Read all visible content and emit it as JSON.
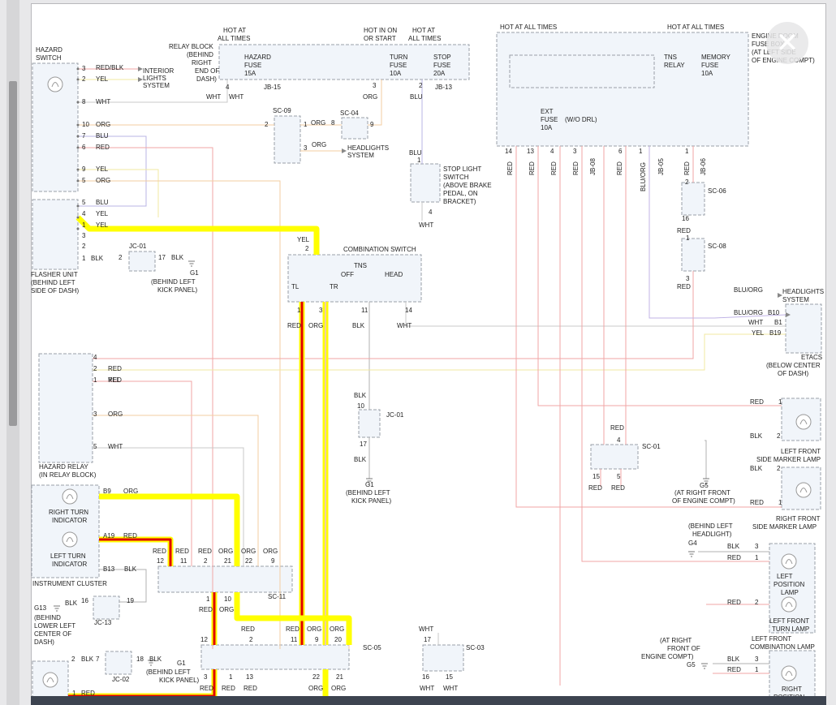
{
  "ui": {
    "close_icon": "close-icon",
    "close_glyph": "✕"
  },
  "colors": {
    "red": "#f1a6a6",
    "yel": "#f1e9a1",
    "org": "#f3cda1",
    "blu": "#b8b4e4",
    "blk": "#b0b0b0",
    "wht": "#c8c8c8",
    "blu_org": "#c0b3e6",
    "highlight_red": "#e00000",
    "highlight_yel": "#ffff00"
  },
  "labels": [
    {
      "t": "HAZARD",
      "c": "hz",
      "i": 0
    },
    {
      "t": "SWITCH",
      "c": "hz",
      "i": 1
    },
    {
      "t": "3",
      "c": "hzp",
      "i": 0
    },
    {
      "t": "RED/BLK",
      "c": "hzw",
      "i": 0
    },
    {
      "t": "2",
      "c": "hzp",
      "i": 1
    },
    {
      "t": "YEL",
      "c": "hzw",
      "i": 1
    },
    {
      "t": "INTERIOR",
      "c": "il",
      "i": 0
    },
    {
      "t": "LIGHTS",
      "c": "il",
      "i": 1
    },
    {
      "t": "SYSTEM",
      "c": "il",
      "i": 2
    },
    {
      "t": "8",
      "c": "hzp",
      "i": 2
    },
    {
      "t": "WHT",
      "c": "hzw",
      "i": 2
    },
    {
      "t": "10",
      "c": "hzp",
      "i": 3
    },
    {
      "t": "ORG",
      "c": "hzw",
      "i": 3
    },
    {
      "t": "7",
      "c": "hzp",
      "i": 4
    },
    {
      "t": "BLU",
      "c": "hzw",
      "i": 4
    },
    {
      "t": "6",
      "c": "hzp",
      "i": 5
    },
    {
      "t": "RED",
      "c": "hzw",
      "i": 5
    },
    {
      "t": "9",
      "c": "hzp",
      "i": 6
    },
    {
      "t": "YEL",
      "c": "hzw",
      "i": 6
    },
    {
      "t": "5",
      "c": "hzp",
      "i": 7
    },
    {
      "t": "ORG",
      "c": "hzw",
      "i": 7
    },
    {
      "t": "5",
      "c": "hzp",
      "i": 8
    },
    {
      "t": "BLU",
      "c": "hzw",
      "i": 8
    },
    {
      "t": "4",
      "c": "hzp",
      "i": 9
    },
    {
      "t": "YEL",
      "c": "hzw",
      "i": 9
    },
    {
      "t": "1",
      "c": "hzp",
      "i": 10
    },
    {
      "t": "YEL",
      "c": "hzw",
      "i": 10
    },
    {
      "t": "3",
      "c": "hzp",
      "i": 11
    },
    {
      "t": "2",
      "c": "hzp",
      "i": 12
    },
    {
      "t": "1",
      "c": "hzp",
      "i": 13
    },
    {
      "t": "BLK",
      "c": "hzw",
      "i": 11
    },
    {
      "t": "FLASHER UNIT",
      "c": "fl",
      "i": 0
    },
    {
      "t": "(BEHIND LEFT",
      "c": "fl",
      "i": 1
    },
    {
      "t": "SIDE OF DASH)",
      "c": "fl",
      "i": 2
    },
    {
      "t": "2",
      "c": "jc1",
      "i": 0
    },
    {
      "t": "JC-01",
      "c": "jc1",
      "i": 1
    },
    {
      "t": "17",
      "c": "jc1",
      "i": 2
    },
    {
      "t": "BLK",
      "c": "jc1",
      "i": 3
    },
    {
      "t": "G1",
      "c": "g1a",
      "i": 0
    },
    {
      "t": "(BEHIND LEFT",
      "c": "g1a",
      "i": 1
    },
    {
      "t": "KICK PANEL)",
      "c": "g1a",
      "i": 2
    },
    {
      "t": "HOT AT",
      "c": "rb",
      "i": 0
    },
    {
      "t": "ALL TIMES",
      "c": "rb",
      "i": 1
    },
    {
      "t": "HOT IN ON",
      "c": "rb",
      "i": 2
    },
    {
      "t": "OR START",
      "c": "rb",
      "i": 3
    },
    {
      "t": "HOT AT",
      "c": "rb",
      "i": 4
    },
    {
      "t": "ALL TIMES",
      "c": "rb",
      "i": 5
    },
    {
      "t": "RELAY BLOCK",
      "c": "rbl",
      "i": 0
    },
    {
      "t": "(BEHIND",
      "c": "rbl",
      "i": 1
    },
    {
      "t": "RIGHT",
      "c": "rbl",
      "i": 2
    },
    {
      "t": "END OF",
      "c": "rbl",
      "i": 3
    },
    {
      "t": "DASH)",
      "c": "rbl",
      "i": 4
    },
    {
      "t": "HAZARD",
      "c": "f1",
      "i": 0
    },
    {
      "t": "FUSE",
      "c": "f1",
      "i": 1
    },
    {
      "t": "15A",
      "c": "f1",
      "i": 2
    },
    {
      "t": "TURN",
      "c": "f2",
      "i": 0
    },
    {
      "t": "FUSE",
      "c": "f2",
      "i": 1
    },
    {
      "t": "10A",
      "c": "f2",
      "i": 2
    },
    {
      "t": "STOP",
      "c": "f3",
      "i": 0
    },
    {
      "t": "FUSE",
      "c": "f3",
      "i": 1
    },
    {
      "t": "20A",
      "c": "f3",
      "i": 2
    },
    {
      "t": "JB-15",
      "c": "jb",
      "i": 0
    },
    {
      "t": "JB-13",
      "c": "jb",
      "i": 1
    },
    {
      "t": "4",
      "c": "rbp",
      "i": 0
    },
    {
      "t": "WHT",
      "c": "rbp",
      "i": 1
    },
    {
      "t": "WHT",
      "c": "rbp",
      "i": 2
    },
    {
      "t": "3",
      "c": "rbp",
      "i": 3
    },
    {
      "t": "ORG",
      "c": "rbp",
      "i": 4
    },
    {
      "t": "2",
      "c": "rbp",
      "i": 5
    },
    {
      "t": "BLU",
      "c": "rbp",
      "i": 6
    },
    {
      "t": "SC-09",
      "c": "sc9",
      "i": 0
    },
    {
      "t": "2",
      "c": "sc9",
      "i": 1
    },
    {
      "t": "1",
      "c": "sc9",
      "i": 2
    },
    {
      "t": "ORG",
      "c": "sc9",
      "i": 3
    },
    {
      "t": "8",
      "c": "sc9",
      "i": 4
    },
    {
      "t": "SC-04",
      "c": "sc4",
      "i": 0
    },
    {
      "t": "9",
      "c": "sc4",
      "i": 1
    },
    {
      "t": "3",
      "c": "sc9",
      "i": 5
    },
    {
      "t": "ORG",
      "c": "sc9",
      "i": 6
    },
    {
      "t": "HEADLIGHTS",
      "c": "hls",
      "i": 0
    },
    {
      "t": "SYSTEM",
      "c": "hls",
      "i": 1
    },
    {
      "t": "BLU",
      "c": "sls",
      "i": 0
    },
    {
      "t": "1",
      "c": "sls",
      "i": 1
    },
    {
      "t": "STOP LIGHT",
      "c": "sls",
      "i": 2
    },
    {
      "t": "SWITCH",
      "c": "sls",
      "i": 3
    },
    {
      "t": "(ABOVE BRAKE",
      "c": "sls",
      "i": 4
    },
    {
      "t": "PEDAL, ON",
      "c": "sls",
      "i": 5
    },
    {
      "t": "BRACKET)",
      "c": "sls",
      "i": 6
    },
    {
      "t": "4",
      "c": "sls",
      "i": 7
    },
    {
      "t": "WHT",
      "c": "sls",
      "i": 8
    },
    {
      "t": "YEL",
      "c": "cs",
      "i": 0
    },
    {
      "t": "2",
      "c": "cs",
      "i": 1
    },
    {
      "t": "COMBINATION SWITCH",
      "c": "cs",
      "i": 2
    },
    {
      "t": "TNS",
      "c": "cs",
      "i": 3
    },
    {
      "t": "OFF",
      "c": "cs",
      "i": 4
    },
    {
      "t": "HEAD",
      "c": "cs",
      "i": 5
    },
    {
      "t": "TL",
      "c": "cs",
      "i": 6
    },
    {
      "t": "TR",
      "c": "cs",
      "i": 7
    },
    {
      "t": "1",
      "c": "cs",
      "i": 8
    },
    {
      "t": "3",
      "c": "cs",
      "i": 9
    },
    {
      "t": "11",
      "c": "cs",
      "i": 10
    },
    {
      "t": "14",
      "c": "cs",
      "i": 11
    },
    {
      "t": "RED",
      "c": "cs",
      "i": 12
    },
    {
      "t": "ORG",
      "c": "cs",
      "i": 13
    },
    {
      "t": "BLK",
      "c": "cs",
      "i": 14
    },
    {
      "t": "WHT",
      "c": "cs",
      "i": 15
    },
    {
      "t": "BLK",
      "c": "jc1b",
      "i": 0
    },
    {
      "t": "10",
      "c": "jc1b",
      "i": 1
    },
    {
      "t": "JC-01",
      "c": "jc1b",
      "i": 2
    },
    {
      "t": "17",
      "c": "jc1b",
      "i": 3
    },
    {
      "t": "BLK",
      "c": "jc1b",
      "i": 4
    },
    {
      "t": "G1",
      "c": "g1b",
      "i": 0
    },
    {
      "t": "(BEHIND LEFT",
      "c": "g1b",
      "i": 1
    },
    {
      "t": "KICK PANEL)",
      "c": "g1b",
      "i": 2
    },
    {
      "t": "HOT AT ALL TIMES",
      "c": "ef",
      "i": 0
    },
    {
      "t": "HOT AT ALL TIMES",
      "c": "ef",
      "i": 1
    },
    {
      "t": "ENGINE ROOM",
      "c": "ef",
      "i": 2
    },
    {
      "t": "FUSE BOX",
      "c": "ef",
      "i": 3
    },
    {
      "t": "(AT LEFT SIDE",
      "c": "ef",
      "i": 4
    },
    {
      "t": "OF ENGINE COMPT)",
      "c": "ef",
      "i": 5
    },
    {
      "t": "TNS",
      "c": "ef",
      "i": 6
    },
    {
      "t": "RELAY",
      "c": "ef",
      "i": 7
    },
    {
      "t": "MEMORY",
      "c": "ef",
      "i": 8
    },
    {
      "t": "FUSE",
      "c": "ef",
      "i": 9
    },
    {
      "t": "10A",
      "c": "ef",
      "i": 10
    },
    {
      "t": "EXT",
      "c": "ef",
      "i": 11
    },
    {
      "t": "FUSE",
      "c": "ef",
      "i": 12
    },
    {
      "t": "(W/O DRL)",
      "c": "ef",
      "i": 13
    },
    {
      "t": "10A",
      "c": "ef",
      "i": 14
    },
    {
      "t": "14",
      "c": "efp",
      "i": 0
    },
    {
      "t": "13",
      "c": "efp",
      "i": 1
    },
    {
      "t": "4",
      "c": "efp",
      "i": 2
    },
    {
      "t": "3",
      "c": "efp",
      "i": 3
    },
    {
      "t": "6",
      "c": "efp",
      "i": 4
    },
    {
      "t": "1",
      "c": "efp",
      "i": 5
    },
    {
      "t": "1",
      "c": "efp",
      "i": 6
    },
    {
      "t": "RED",
      "c": "efv",
      "i": 0
    },
    {
      "t": "RED",
      "c": "efv",
      "i": 1
    },
    {
      "t": "RED",
      "c": "efv",
      "i": 2
    },
    {
      "t": "RED",
      "c": "efv",
      "i": 3
    },
    {
      "t": "JB-08",
      "c": "efv",
      "i": 4
    },
    {
      "t": "RED",
      "c": "efv",
      "i": 5
    },
    {
      "t": "BLU/ORG",
      "c": "efv",
      "i": 6
    },
    {
      "t": "JB-05",
      "c": "efv",
      "i": 7
    },
    {
      "t": "RED",
      "c": "efv",
      "i": 8
    },
    {
      "t": "JB-06",
      "c": "efv",
      "i": 9
    },
    {
      "t": "2",
      "c": "sc6",
      "i": 0
    },
    {
      "t": "SC-06",
      "c": "sc6",
      "i": 1
    },
    {
      "t": "16",
      "c": "sc6",
      "i": 2
    },
    {
      "t": "RED",
      "c": "sc6",
      "i": 3
    },
    {
      "t": "1",
      "c": "sc8",
      "i": 0
    },
    {
      "t": "SC-08",
      "c": "sc8",
      "i": 1
    },
    {
      "t": "3",
      "c": "sc8",
      "i": 2
    },
    {
      "t": "RED",
      "c": "sc8",
      "i": 3
    },
    {
      "t": "BLU/ORG",
      "c": "et",
      "i": 0
    },
    {
      "t": "HEADLIGHTS",
      "c": "et",
      "i": 1
    },
    {
      "t": "SYSTEM",
      "c": "et",
      "i": 2
    },
    {
      "t": "BLU/ORG",
      "c": "et",
      "i": 3
    },
    {
      "t": "B10",
      "c": "et",
      "i": 4
    },
    {
      "t": "WHT",
      "c": "et",
      "i": 5
    },
    {
      "t": "B1",
      "c": "et",
      "i": 6
    },
    {
      "t": "YEL",
      "c": "et",
      "i": 7
    },
    {
      "t": "B19",
      "c": "et",
      "i": 8
    },
    {
      "t": "ETACS",
      "c": "et",
      "i": 9
    },
    {
      "t": "(BELOW CENTER",
      "c": "et",
      "i": 10
    },
    {
      "t": "OF DASH)",
      "c": "et",
      "i": 11
    },
    {
      "t": "4",
      "c": "hr",
      "i": 0
    },
    {
      "t": "RED",
      "c": "hr",
      "i": 1
    },
    {
      "t": "2",
      "c": "hr",
      "i": 2
    },
    {
      "t": "YEL",
      "c": "hr",
      "i": 3
    },
    {
      "t": "1",
      "c": "hr",
      "i": 4
    },
    {
      "t": "RED",
      "c": "hr",
      "i": 5
    },
    {
      "t": "3",
      "c": "hr",
      "i": 6
    },
    {
      "t": "ORG",
      "c": "hr",
      "i": 7
    },
    {
      "t": "5",
      "c": "hr",
      "i": 8
    },
    {
      "t": "WHT",
      "c": "hr",
      "i": 9
    },
    {
      "t": "HAZARD RELAY",
      "c": "hr",
      "i": 10
    },
    {
      "t": "(IN RELAY BLOCK)",
      "c": "hr",
      "i": 11
    },
    {
      "t": "RIGHT TURN",
      "c": "ic",
      "i": 0
    },
    {
      "t": "INDICATOR",
      "c": "ic",
      "i": 1
    },
    {
      "t": "LEFT TURN",
      "c": "ic",
      "i": 2
    },
    {
      "t": "INDICATOR",
      "c": "ic",
      "i": 3
    },
    {
      "t": "INSTRUMENT CLUSTER",
      "c": "ic",
      "i": 4
    },
    {
      "t": "B9",
      "c": "ic",
      "i": 5
    },
    {
      "t": "ORG",
      "c": "ic",
      "i": 6
    },
    {
      "t": "A19",
      "c": "ic",
      "i": 7
    },
    {
      "t": "RED",
      "c": "ic",
      "i": 8
    },
    {
      "t": "B13",
      "c": "ic",
      "i": 9
    },
    {
      "t": "BLK",
      "c": "ic",
      "i": 10
    },
    {
      "t": "RED",
      "c": "s11",
      "i": 0
    },
    {
      "t": "RED",
      "c": "s11",
      "i": 1
    },
    {
      "t": "RED",
      "c": "s11",
      "i": 2
    },
    {
      "t": "ORG",
      "c": "s11",
      "i": 3
    },
    {
      "t": "ORG",
      "c": "s11",
      "i": 4
    },
    {
      "t": "ORG",
      "c": "s11",
      "i": 5
    },
    {
      "t": "12",
      "c": "s11",
      "i": 6
    },
    {
      "t": "11",
      "c": "s11",
      "i": 7
    },
    {
      "t": "2",
      "c": "s11",
      "i": 8
    },
    {
      "t": "21",
      "c": "s11",
      "i": 9
    },
    {
      "t": "22",
      "c": "s11",
      "i": 10
    },
    {
      "t": "9",
      "c": "s11",
      "i": 11
    },
    {
      "t": "SC-11",
      "c": "s11",
      "i": 12
    },
    {
      "t": "1",
      "c": "s11",
      "i": 13
    },
    {
      "t": "10",
      "c": "s11",
      "i": 14
    },
    {
      "t": "RED",
      "c": "s11",
      "i": 15
    },
    {
      "t": "ORG",
      "c": "s11",
      "i": 16
    },
    {
      "t": "G13",
      "c": "g13",
      "i": 0
    },
    {
      "t": "BLK",
      "c": "g13",
      "i": 1
    },
    {
      "t": "16",
      "c": "g13",
      "i": 2
    },
    {
      "t": "19",
      "c": "g13",
      "i": 3
    },
    {
      "t": "(BEHIND",
      "c": "g13",
      "i": 4
    },
    {
      "t": "LOWER LEFT",
      "c": "g13",
      "i": 5
    },
    {
      "t": "CENTER OF",
      "c": "g13",
      "i": 6
    },
    {
      "t": "DASH)",
      "c": "g13",
      "i": 7
    },
    {
      "t": "JC-13",
      "c": "g13",
      "i": 8
    },
    {
      "t": "RED",
      "c": "s5",
      "i": 0
    },
    {
      "t": "RED",
      "c": "s5",
      "i": 1
    },
    {
      "t": "ORG",
      "c": "s5",
      "i": 2
    },
    {
      "t": "ORG",
      "c": "s5",
      "i": 3
    },
    {
      "t": "12",
      "c": "s5",
      "i": 4
    },
    {
      "t": "2",
      "c": "s5",
      "i": 5
    },
    {
      "t": "11",
      "c": "s5",
      "i": 6
    },
    {
      "t": "9",
      "c": "s5",
      "i": 7
    },
    {
      "t": "20",
      "c": "s5",
      "i": 8
    },
    {
      "t": "SC-05",
      "c": "s5",
      "i": 9
    },
    {
      "t": "3",
      "c": "s5",
      "i": 10
    },
    {
      "t": "1",
      "c": "s5",
      "i": 11
    },
    {
      "t": "13",
      "c": "s5",
      "i": 12
    },
    {
      "t": "22",
      "c": "s5",
      "i": 13
    },
    {
      "t": "21",
      "c": "s5",
      "i": 14
    },
    {
      "t": "RED",
      "c": "s5",
      "i": 15
    },
    {
      "t": "RED",
      "c": "s5",
      "i": 16
    },
    {
      "t": "RED",
      "c": "s5",
      "i": 17
    },
    {
      "t": "ORG",
      "c": "s5",
      "i": 18
    },
    {
      "t": "ORG",
      "c": "s5",
      "i": 19
    },
    {
      "t": "2",
      "c": "jc2",
      "i": 0
    },
    {
      "t": "BLK",
      "c": "jc2",
      "i": 1
    },
    {
      "t": "7",
      "c": "jc2",
      "i": 2
    },
    {
      "t": "18",
      "c": "jc2",
      "i": 3
    },
    {
      "t": "BLK",
      "c": "jc2",
      "i": 4
    },
    {
      "t": "G1",
      "c": "jc2",
      "i": 5
    },
    {
      "t": "(BEHIND LEFT",
      "c": "jc2",
      "i": 6
    },
    {
      "t": "KICK PANEL)",
      "c": "jc2",
      "i": 7
    },
    {
      "t": "JC-02",
      "c": "jc2",
      "i": 8
    },
    {
      "t": "1",
      "c": "jc2",
      "i": 9
    },
    {
      "t": "RED",
      "c": "jc2",
      "i": 10
    },
    {
      "t": "WHT",
      "c": "s3",
      "i": 0
    },
    {
      "t": "17",
      "c": "s3",
      "i": 1
    },
    {
      "t": "SC-03",
      "c": "s3",
      "i": 2
    },
    {
      "t": "16",
      "c": "s3",
      "i": 3
    },
    {
      "t": "15",
      "c": "s3",
      "i": 4
    },
    {
      "t": "WHT",
      "c": "s3",
      "i": 5
    },
    {
      "t": "WHT",
      "c": "s3",
      "i": 6
    },
    {
      "t": "RED",
      "c": "s1",
      "i": 0
    },
    {
      "t": "4",
      "c": "s1",
      "i": 1
    },
    {
      "t": "SC-01",
      "c": "s1",
      "i": 2
    },
    {
      "t": "15",
      "c": "s1",
      "i": 3
    },
    {
      "t": "5",
      "c": "s1",
      "i": 4
    },
    {
      "t": "RED",
      "c": "s1",
      "i": 5
    },
    {
      "t": "RED",
      "c": "s1",
      "i": 6
    },
    {
      "t": "RED",
      "c": "lm",
      "i": 0
    },
    {
      "t": "1",
      "c": "lm",
      "i": 1
    },
    {
      "t": "BLK",
      "c": "lm",
      "i": 2
    },
    {
      "t": "2",
      "c": "lm",
      "i": 3
    },
    {
      "t": "LEFT FRONT",
      "c": "lm",
      "i": 4
    },
    {
      "t": "SIDE MARKER LAMP",
      "c": "lm",
      "i": 5
    },
    {
      "t": "BLK",
      "c": "lm",
      "i": 6
    },
    {
      "t": "2",
      "c": "lm",
      "i": 7
    },
    {
      "t": "G5",
      "c": "lm",
      "i": 8
    },
    {
      "t": "(AT RIGHT FRONT",
      "c": "lm",
      "i": 9
    },
    {
      "t": "OF ENGINE COMPT)",
      "c": "lm",
      "i": 10
    },
    {
      "t": "RED",
      "c": "lm",
      "i": 11
    },
    {
      "t": "1",
      "c": "lm",
      "i": 12
    },
    {
      "t": "RIGHT FRONT",
      "c": "lm",
      "i": 13
    },
    {
      "t": "SIDE MARKER LAMP",
      "c": "lm",
      "i": 14
    },
    {
      "t": "(BEHIND LEFT",
      "c": "lp",
      "i": 0
    },
    {
      "t": "HEADLIGHT)",
      "c": "lp",
      "i": 1
    },
    {
      "t": "G4",
      "c": "lp",
      "i": 2
    },
    {
      "t": "BLK",
      "c": "lp",
      "i": 3
    },
    {
      "t": "3",
      "c": "lp",
      "i": 4
    },
    {
      "t": "RED",
      "c": "lp",
      "i": 5
    },
    {
      "t": "1",
      "c": "lp",
      "i": 6
    },
    {
      "t": "LEFT",
      "c": "lp",
      "i": 7
    },
    {
      "t": "POSITION",
      "c": "lp",
      "i": 8
    },
    {
      "t": "LAMP",
      "c": "lp",
      "i": 9
    },
    {
      "t": "RED",
      "c": "lp",
      "i": 10
    },
    {
      "t": "2",
      "c": "lp",
      "i": 11
    },
    {
      "t": "LEFT FRONT",
      "c": "lp",
      "i": 12
    },
    {
      "t": "TURN LAMP",
      "c": "lp",
      "i": 13
    },
    {
      "t": "LEFT FRONT",
      "c": "lp",
      "i": 14
    },
    {
      "t": "COMBINATION LAMP",
      "c": "lp",
      "i": 15
    },
    {
      "t": "(AT RIGHT",
      "c": "rp",
      "i": 0
    },
    {
      "t": "FRONT OF",
      "c": "rp",
      "i": 1
    },
    {
      "t": "ENGINE COMPT)",
      "c": "rp",
      "i": 2
    },
    {
      "t": "G5",
      "c": "rp",
      "i": 3
    },
    {
      "t": "BLK",
      "c": "rp",
      "i": 4
    },
    {
      "t": "3",
      "c": "rp",
      "i": 5
    },
    {
      "t": "RED",
      "c": "rp",
      "i": 6
    },
    {
      "t": "1",
      "c": "rp",
      "i": 7
    },
    {
      "t": "RIGHT",
      "c": "rp",
      "i": 8
    },
    {
      "t": "POSITION",
      "c": "rp",
      "i": 9
    }
  ]
}
